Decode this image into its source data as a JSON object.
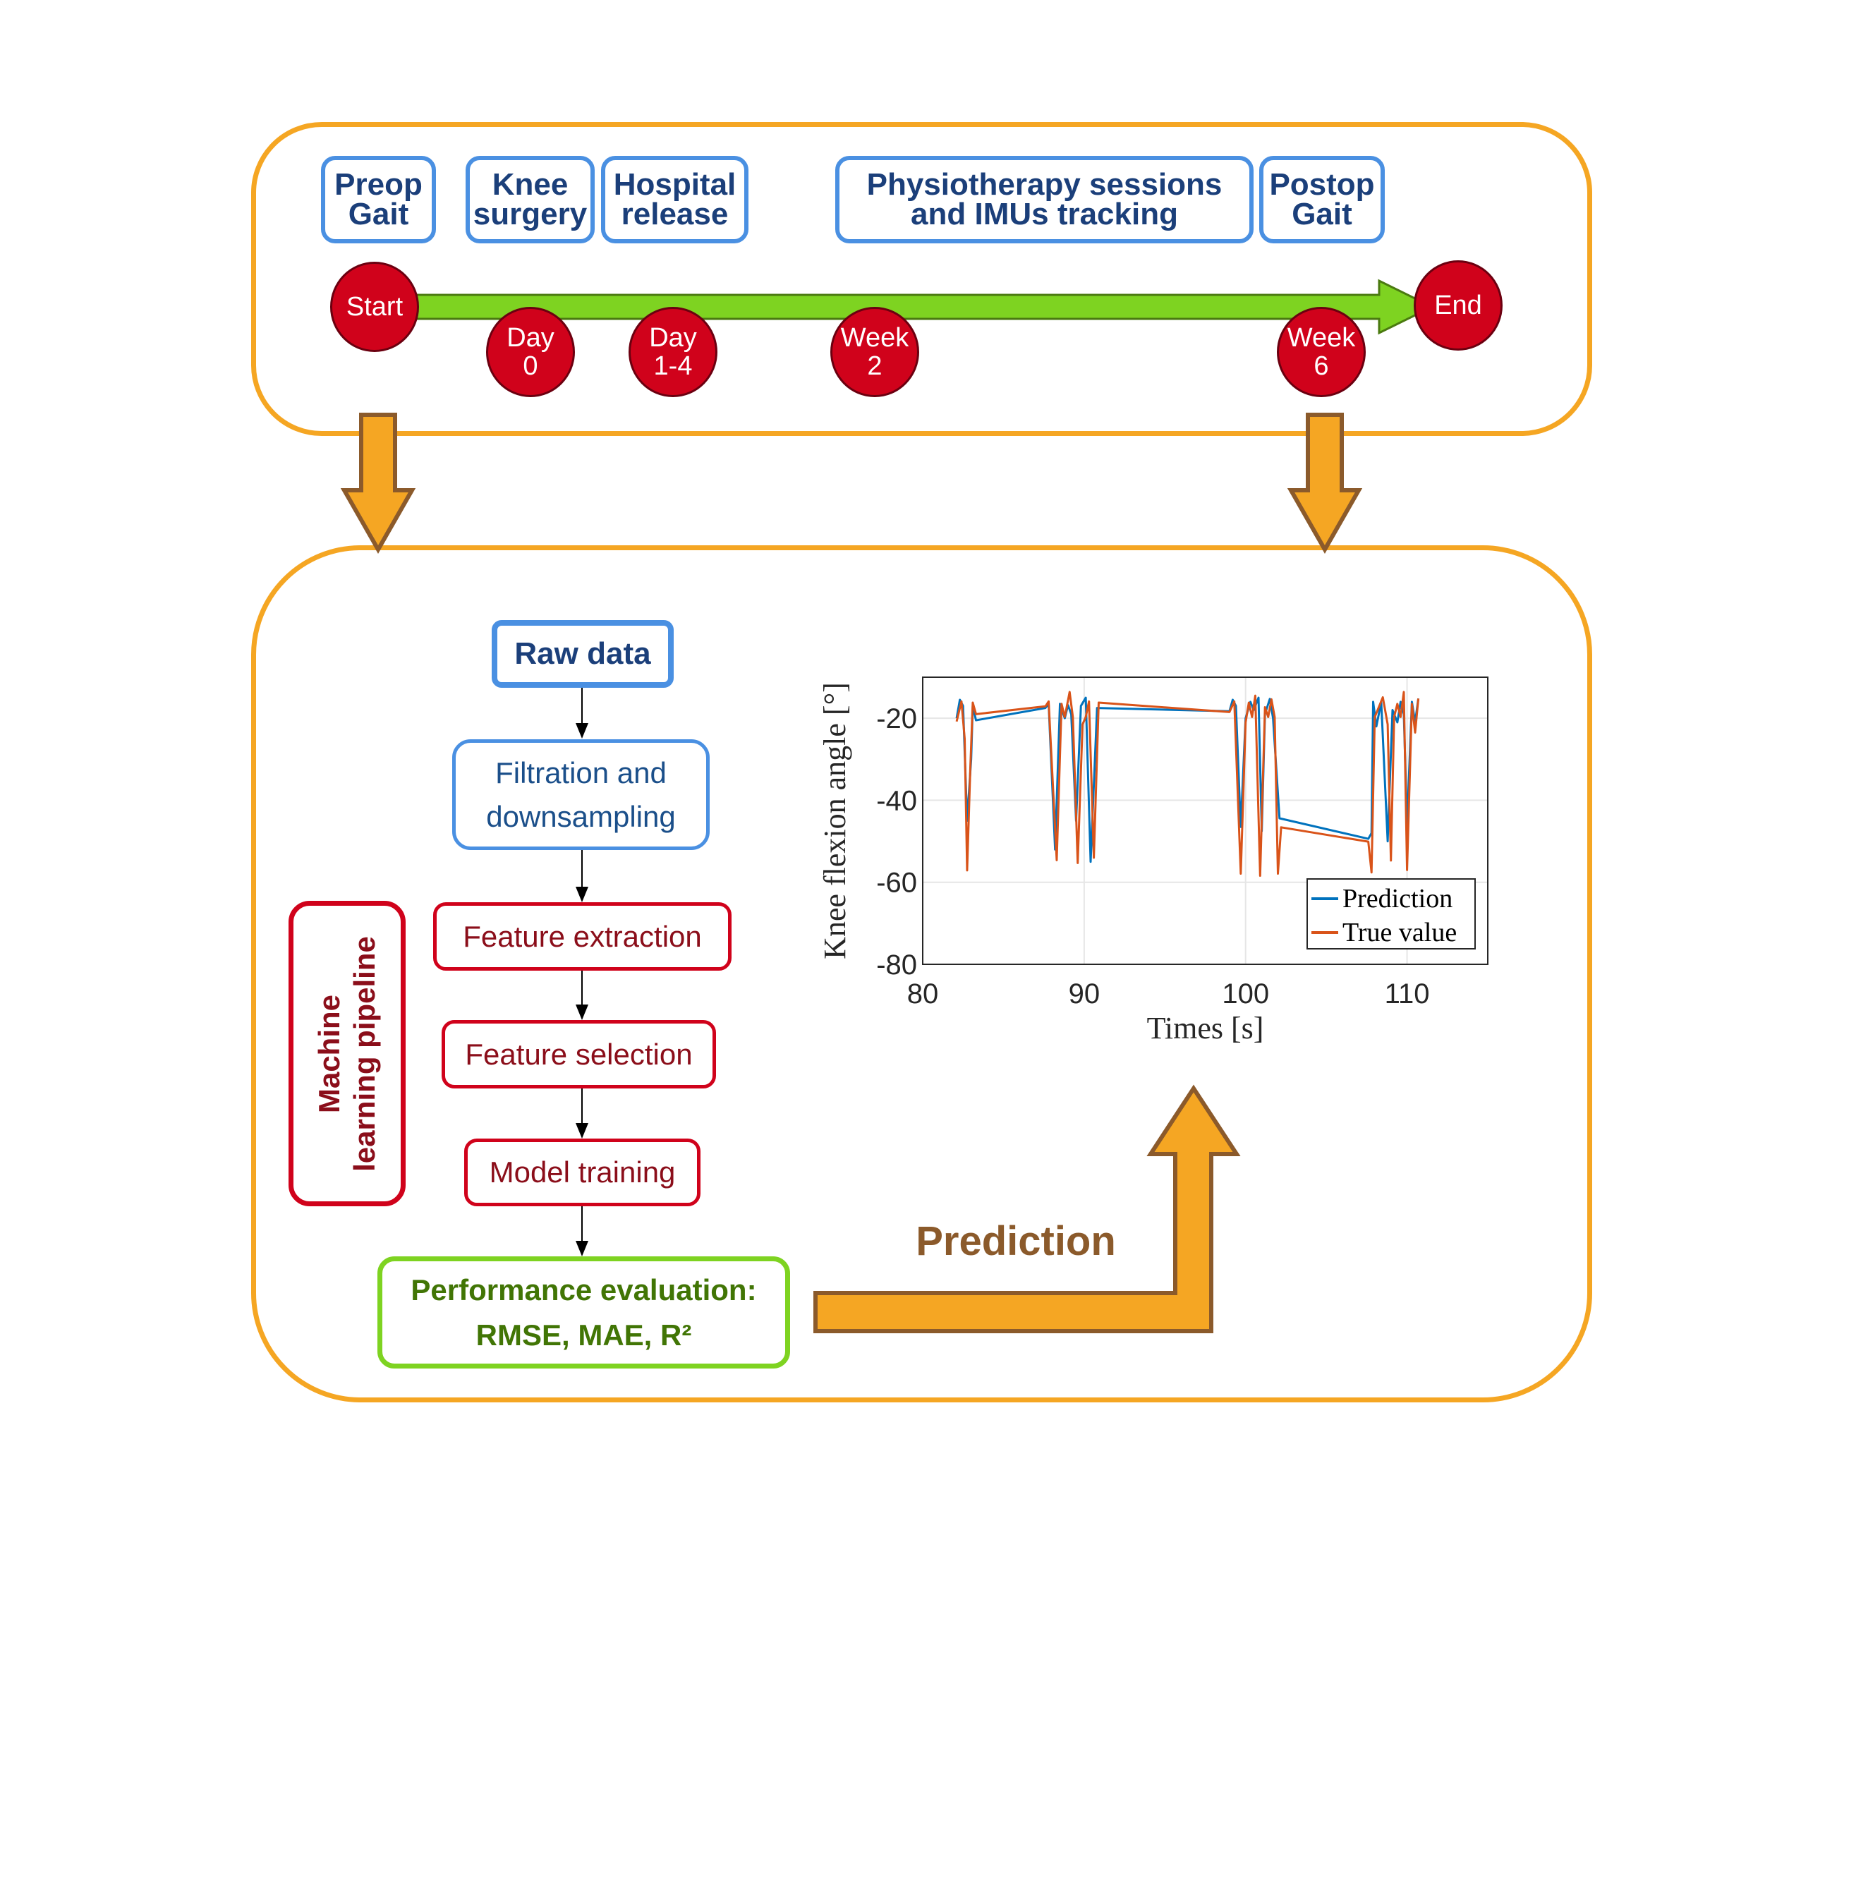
{
  "timeline": {
    "labels": [
      {
        "lines": [
          "Preop",
          "Gait"
        ]
      },
      {
        "lines": [
          "Knee",
          "surgery"
        ]
      },
      {
        "lines": [
          "Hospital",
          "release"
        ]
      },
      {
        "lines": [
          "Physiotherapy sessions",
          "and IMUs tracking"
        ]
      },
      {
        "lines": [
          "Postop",
          "Gait"
        ]
      }
    ],
    "nodes": [
      {
        "lines": [
          "Start"
        ]
      },
      {
        "lines": [
          "Day",
          "0"
        ]
      },
      {
        "lines": [
          "Day",
          "1-4"
        ]
      },
      {
        "lines": [
          "Week",
          "2"
        ]
      },
      {
        "lines": [
          "Week",
          "6"
        ]
      },
      {
        "lines": [
          "End"
        ]
      }
    ]
  },
  "pipeline": {
    "raw_data": "Raw data",
    "filtration": [
      "Filtration and",
      "downsampling"
    ],
    "feature_extraction": "Feature extraction",
    "feature_selection": "Feature selection",
    "model_training": "Model training",
    "evaluation": [
      "Performance evaluation:",
      "RMSE, MAE, R²"
    ],
    "group_label": [
      "Machine",
      "learning pipeline"
    ]
  },
  "prediction_arrow_label": "Prediction",
  "colors": {
    "panel_border": "#f5a623",
    "label_border": "#4a90e2",
    "node_fill": "#d0021b",
    "timeline_arrow": "#7ed321",
    "pipeline_red": "#d0021b",
    "evaluation_green": "#7ed321",
    "prediction_series": "#0072bd",
    "true_series": "#d95319"
  },
  "chart_data": {
    "type": "line",
    "xlabel": "Times [s]",
    "ylabel": "Knee flexion angle [°]",
    "xlim": [
      80,
      115
    ],
    "ylim": [
      -80,
      -10
    ],
    "xticks": [
      80,
      90,
      100,
      110
    ],
    "yticks": [
      -80,
      -60,
      -40,
      -20
    ],
    "grid": true,
    "legend": "bottom-right",
    "series": [
      {
        "name": "Prediction",
        "color": "#0072bd",
        "x": [
          82.1,
          82.3,
          82.5,
          82.75,
          83.0,
          83.1,
          83.3,
          87.6,
          87.8,
          88.2,
          88.5,
          88.8,
          89.0,
          89.2,
          89.5,
          89.8,
          90.1,
          90.4,
          90.8,
          99.0,
          99.2,
          99.4,
          99.7,
          100.0,
          100.3,
          100.5,
          100.8,
          101.0,
          101.2,
          101.5,
          101.7,
          102.1,
          107.6,
          107.8,
          107.9,
          108.1,
          108.4,
          108.8,
          109.1,
          109.4,
          109.6,
          109.8,
          110.0,
          110.3,
          110.5,
          110.7
        ],
        "y": [
          -20,
          -15.5,
          -17,
          -45,
          -30,
          -17,
          -20.5,
          -17.5,
          -16.5,
          -52,
          -16.5,
          -20,
          -16.8,
          -19,
          -45,
          -17,
          -15,
          -55,
          -17.5,
          -18.3,
          -15.5,
          -17,
          -46.5,
          -20,
          -16,
          -18,
          -15,
          -47.5,
          -19,
          -15.3,
          -20,
          -44.4,
          -49.4,
          -48,
          -16,
          -22,
          -16,
          -50,
          -18,
          -21,
          -16,
          -19,
          -46,
          -16,
          -21,
          -15.2
        ]
      },
      {
        "name": "True value",
        "color": "#d95319",
        "x": [
          82.1,
          82.4,
          82.6,
          82.75,
          82.95,
          83.1,
          83.3,
          87.6,
          87.8,
          88.3,
          88.6,
          88.8,
          89.1,
          89.3,
          89.6,
          89.9,
          90.1,
          90.3,
          90.6,
          90.9,
          99.0,
          99.3,
          99.7,
          100.0,
          100.2,
          100.4,
          100.6,
          100.9,
          101.2,
          101.4,
          101.6,
          101.8,
          102.0,
          102.2,
          107.6,
          107.8,
          108.0,
          108.2,
          108.5,
          108.8,
          109.0,
          109.2,
          109.4,
          109.6,
          109.8,
          110.0,
          110.3,
          110.5,
          110.7
        ],
        "y": [
          -20.8,
          -15.9,
          -25,
          -57.1,
          -32,
          -16.2,
          -19,
          -17.1,
          -15.9,
          -54.6,
          -16.5,
          -19.7,
          -13.6,
          -19.7,
          -55.3,
          -21.5,
          -19.7,
          -15.9,
          -54,
          -16.2,
          -18.5,
          -15.9,
          -57.9,
          -21,
          -16.2,
          -19.7,
          -14.5,
          -58.4,
          -17.3,
          -19.7,
          -15.4,
          -19.7,
          -57.9,
          -46.6,
          -50.1,
          -57.6,
          -19.7,
          -17.8,
          -14.9,
          -21.5,
          -54.7,
          -19.7,
          -16.5,
          -19.7,
          -13.6,
          -57,
          -16.5,
          -23.5,
          -15.2
        ]
      }
    ]
  }
}
